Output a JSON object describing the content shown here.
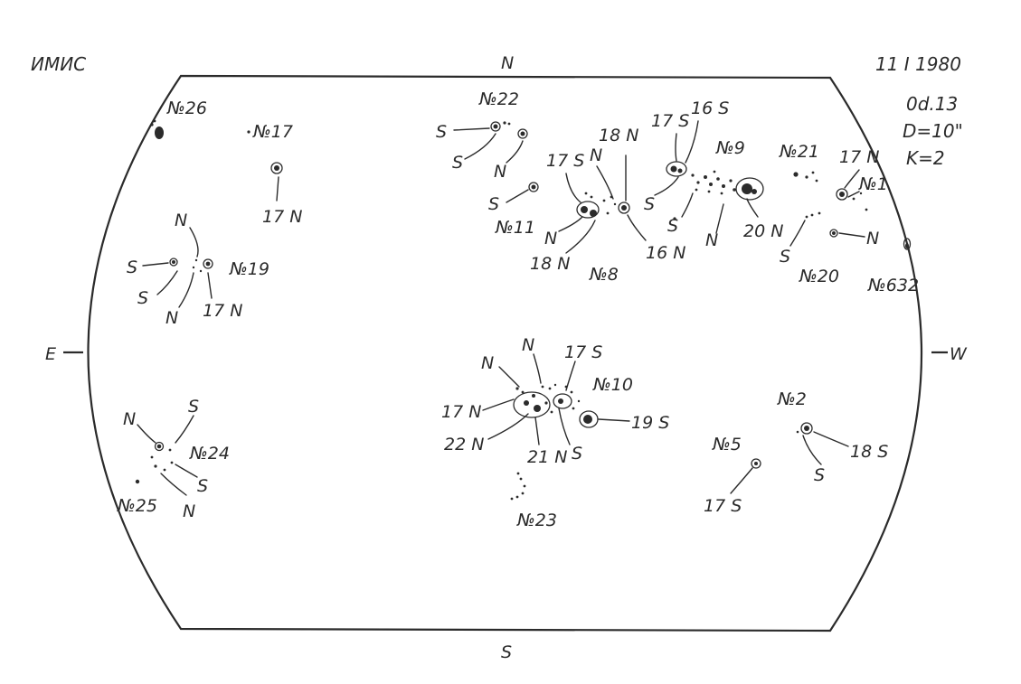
{
  "header": {
    "observatory": "ИМИС",
    "date": "11 I 1980",
    "time": "0d.13",
    "diameter": "D=10\"",
    "k_index": "K=2"
  },
  "directions": {
    "north": "N",
    "south": "S",
    "east": "E",
    "west": "W"
  },
  "groups": [
    {
      "label": "№26"
    },
    {
      "label": "№17",
      "polarities": [
        "17 N"
      ]
    },
    {
      "label": "№19",
      "polarities": [
        "N",
        "S",
        "S",
        "N",
        "17 N"
      ]
    },
    {
      "label": "№22",
      "polarities": [
        "S",
        "S",
        "N"
      ]
    },
    {
      "label": "№11",
      "polarities": [
        "S"
      ]
    },
    {
      "label": "№8",
      "polarities": [
        "17 S",
        "18 N",
        "N",
        "N",
        "18 N",
        "16 N"
      ]
    },
    {
      "label": "№9",
      "polarities": [
        "17 S",
        "16 S",
        "S",
        "S",
        "N",
        "20 N"
      ]
    },
    {
      "label": "№21"
    },
    {
      "label": "№1",
      "polarities": [
        "17 N",
        "N"
      ]
    },
    {
      "label": "№20",
      "polarities": [
        "S"
      ]
    },
    {
      "label": "№632"
    },
    {
      "label": "№10",
      "polarities": [
        "N",
        "N",
        "17 S",
        "17 N",
        "22 N",
        "21 N",
        "S",
        "19 S"
      ]
    },
    {
      "label": "№24",
      "polarities": [
        "N",
        "S",
        "S",
        "N"
      ]
    },
    {
      "label": "№25"
    },
    {
      "label": "№23"
    },
    {
      "label": "№2",
      "polarities": [
        "18 S",
        "S"
      ]
    },
    {
      "label": "№5",
      "polarities": [
        "17 S"
      ]
    }
  ],
  "colors": {
    "ink": "#2b2b2b",
    "paper": "#ffffff"
  }
}
